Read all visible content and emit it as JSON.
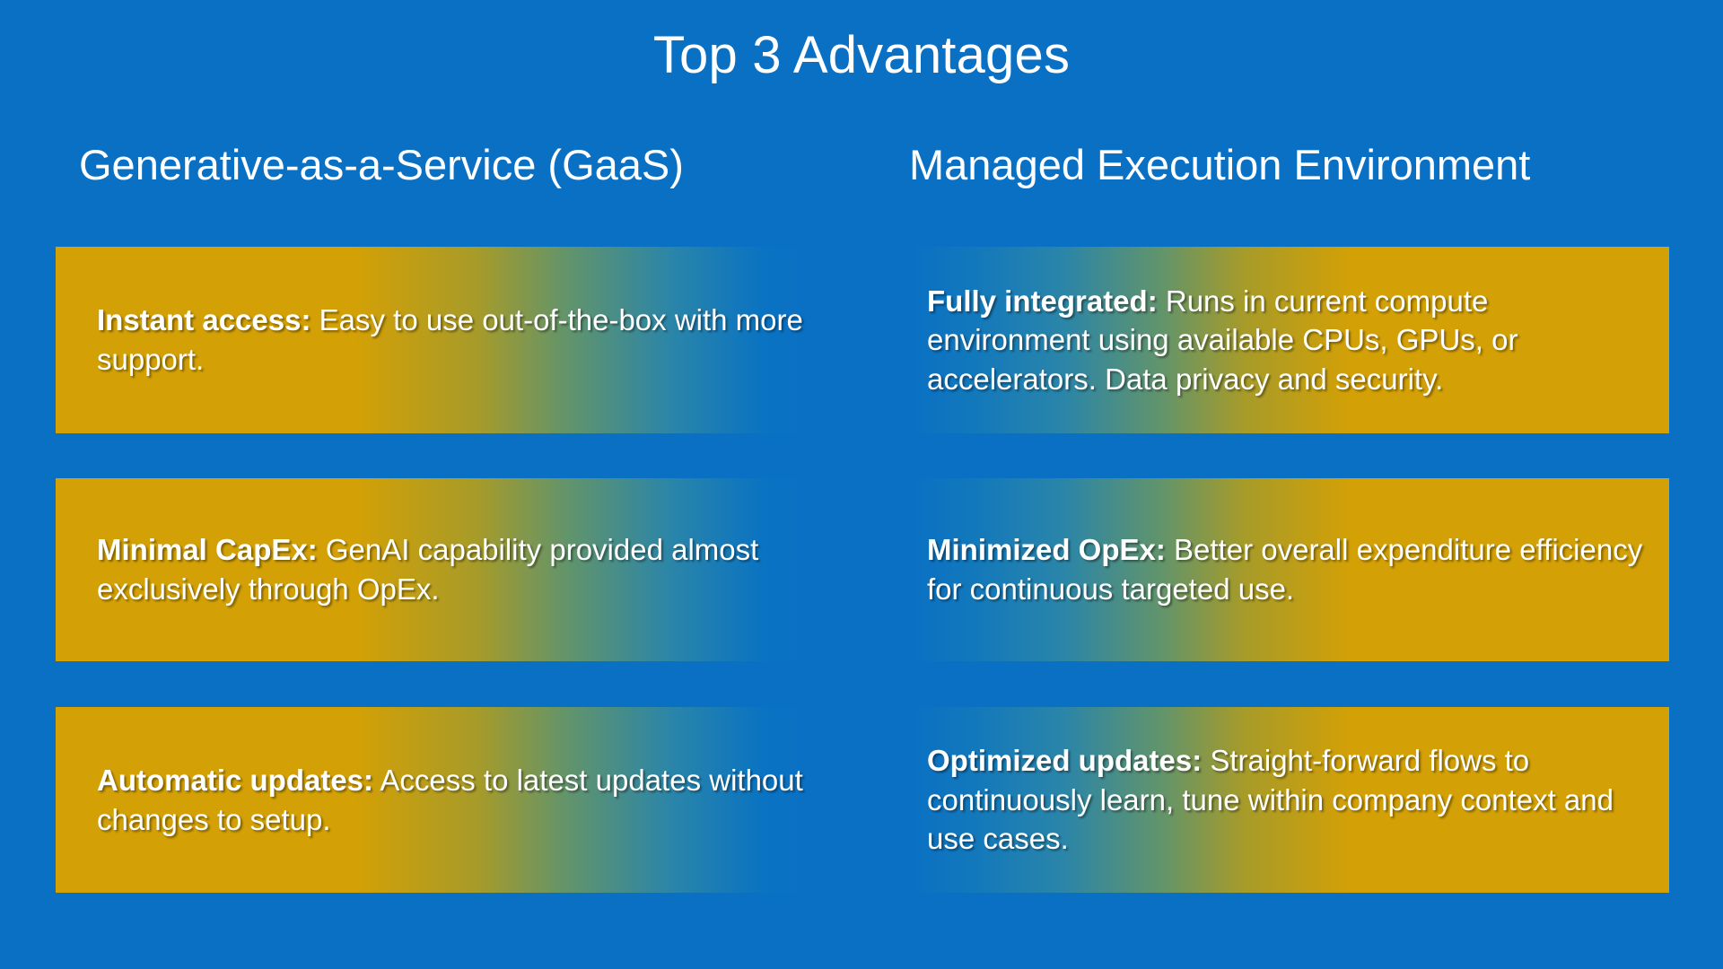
{
  "slide": {
    "title": "Top 3 Advantages",
    "background_color": "#0A70C4",
    "accent_gold": "#D3A006",
    "text_color": "#FFFFFF"
  },
  "columns": [
    {
      "id": "gaas",
      "header": "Generative-as-a-Service (GaaS)",
      "gradient": "gold-to-blue",
      "cards": [
        {
          "lead": "Instant access:",
          "body": " Easy to use out-of-the-box with more support."
        },
        {
          "lead": "Minimal CapEx:",
          "body": " GenAI capability provided almost exclusively through OpEx."
        },
        {
          "lead": "Automatic updates:",
          "body": " Access to latest updates without changes to setup."
        }
      ]
    },
    {
      "id": "managed-execution-environment",
      "header": "Managed Execution Environment",
      "gradient": "blue-to-gold",
      "cards": [
        {
          "lead": "Fully integrated:",
          "body": " Runs in current compute environment using available CPUs, GPUs, or accelerators. Data privacy and security."
        },
        {
          "lead": "Minimized OpEx:",
          "body": " Better overall expenditure efficiency for continuous targeted use."
        },
        {
          "lead": "Optimized updates:",
          "body": " Straight-forward flows to continuously learn, tune within company context and use cases."
        }
      ]
    }
  ]
}
